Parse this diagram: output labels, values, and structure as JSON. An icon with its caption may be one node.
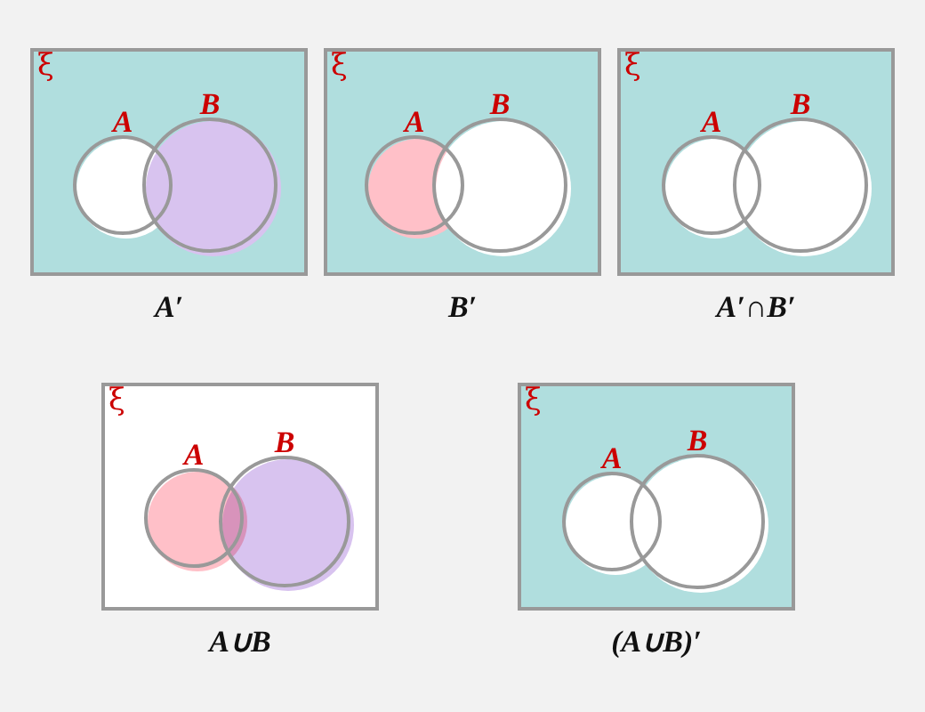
{
  "diagram": {
    "nodes": [
      {
        "text": [
          "ξ"
        ],
        "beside": [
          "A′"
        ]
      },
      {
        "text": [
          "A"
        ],
        "in": 0
      },
      {
        "text": [
          "B"
        ],
        "in": 0
      },
      {
        "text": [
          "ξ"
        ],
        "beside": [
          "B′"
        ]
      },
      {
        "text": [
          "A"
        ],
        "in": 3
      },
      {
        "text": [
          "B"
        ],
        "in": 3
      },
      {
        "text": [
          "ξ"
        ],
        "beside": [
          "A′∩B′"
        ]
      },
      {
        "text": [
          "A"
        ],
        "in": 6
      },
      {
        "text": [
          "B"
        ],
        "in": 6
      },
      {
        "text": [
          "ξ"
        ],
        "beside": [
          "A∪B"
        ]
      },
      {
        "text": [
          "A"
        ],
        "in": 9
      },
      {
        "text": [
          "B"
        ],
        "in": 9
      },
      {
        "text": [
          "ξ"
        ],
        "beside": [
          "(A∪B)′"
        ]
      },
      {
        "text": [
          "A"
        ],
        "in": 12
      },
      {
        "text": [
          "B"
        ],
        "in": 12
      }
    ]
  }
}
